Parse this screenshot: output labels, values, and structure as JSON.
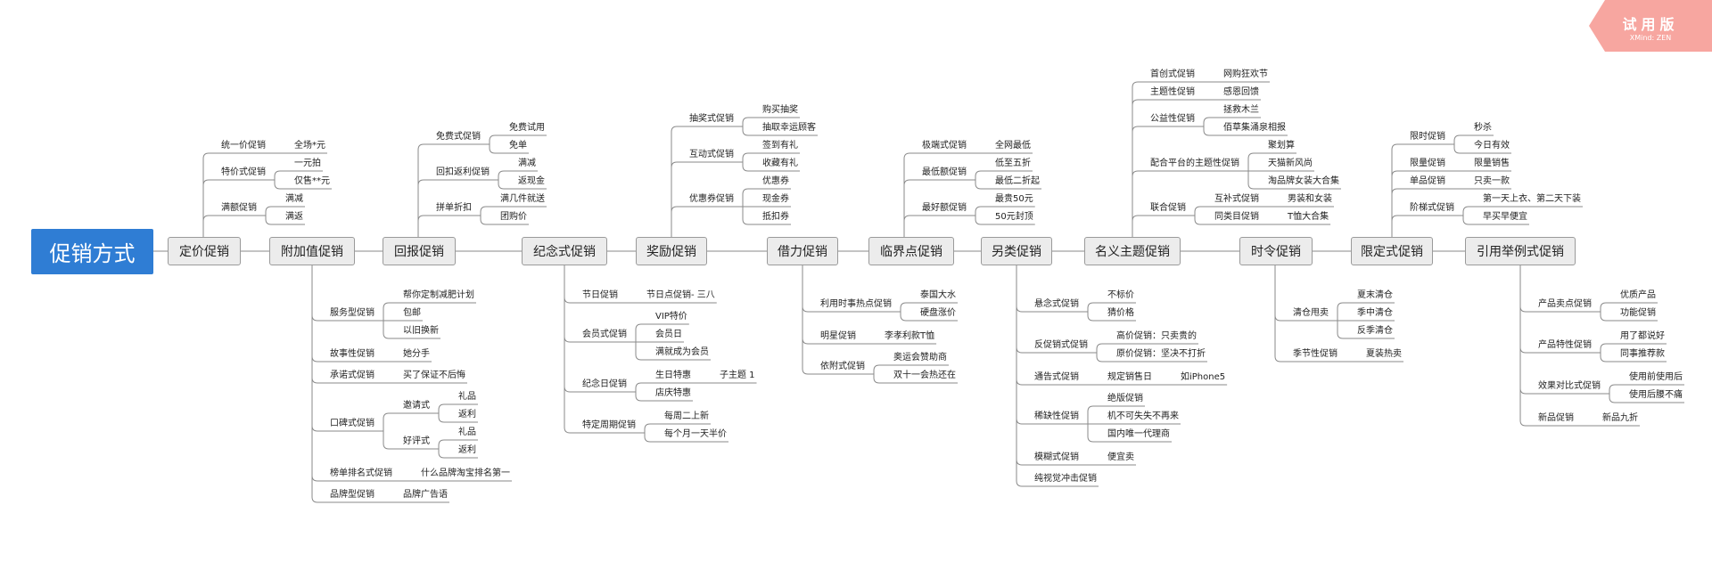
{
  "watermark": {
    "title": "试用版",
    "subtitle": "XMind: ZEN"
  },
  "root": "促销方式",
  "branches": [
    {
      "label": "定价促销",
      "dir": "up",
      "children": [
        {
          "label": "统一价促销",
          "children": [
            {
              "label": "全场*元"
            }
          ]
        },
        {
          "label": "特价式促销",
          "children": [
            {
              "label": "一元拍"
            },
            {
              "label": "仅售**元"
            }
          ]
        },
        {
          "label": "满额促销",
          "children": [
            {
              "label": "满减"
            },
            {
              "label": "满返"
            }
          ]
        }
      ]
    },
    {
      "label": "附加值促销",
      "dir": "down",
      "children": [
        {
          "label": "服务型促销",
          "children": [
            {
              "label": "帮你定制减肥计划"
            },
            {
              "label": "包邮"
            },
            {
              "label": "以旧换新"
            }
          ]
        },
        {
          "label": "故事性促销",
          "children": [
            {
              "label": "她分手"
            }
          ]
        },
        {
          "label": "承诺式促销",
          "children": [
            {
              "label": "买了保证不后悔"
            }
          ]
        },
        {
          "label": "口碑式促销",
          "children": [
            {
              "label": "邀请式",
              "children": [
                {
                  "label": "礼品"
                },
                {
                  "label": "返利"
                }
              ]
            },
            {
              "label": "好评式",
              "children": [
                {
                  "label": "礼品"
                },
                {
                  "label": "返利"
                }
              ]
            }
          ]
        },
        {
          "label": "榜单排名式促销",
          "children": [
            {
              "label": "什么品牌淘宝排名第一"
            }
          ]
        },
        {
          "label": "品牌型促销",
          "children": [
            {
              "label": "品牌广告语"
            }
          ]
        }
      ]
    },
    {
      "label": "回报促销",
      "dir": "up",
      "children": [
        {
          "label": "免费式促销",
          "children": [
            {
              "label": "免费试用"
            },
            {
              "label": "免单"
            }
          ]
        },
        {
          "label": "回扣返利促销",
          "children": [
            {
              "label": "满减"
            },
            {
              "label": "返现金"
            }
          ]
        },
        {
          "label": "拼单折扣",
          "children": [
            {
              "label": "满几件就送"
            },
            {
              "label": "团购价"
            }
          ]
        }
      ]
    },
    {
      "label": "纪念式促销",
      "dir": "down",
      "children": [
        {
          "label": "节日促销",
          "children": [
            {
              "label": "节日点促销- 三八"
            }
          ]
        },
        {
          "label": "会员式促销",
          "children": [
            {
              "label": "VIP特价"
            },
            {
              "label": "会员日"
            },
            {
              "label": "满就成为会员"
            }
          ]
        },
        {
          "label": "纪念日促销",
          "children": [
            {
              "label": "生日特惠",
              "children": [
                {
                  "label": "子主题 1"
                }
              ]
            },
            {
              "label": "店庆特惠"
            }
          ]
        },
        {
          "label": "特定周期促销",
          "children": [
            {
              "label": "每周二上新"
            },
            {
              "label": "每个月一天半价"
            }
          ]
        }
      ]
    },
    {
      "label": "奖励促销",
      "dir": "up",
      "children": [
        {
          "label": "抽奖式促销",
          "children": [
            {
              "label": "购买抽奖"
            },
            {
              "label": "抽取幸运顾客"
            }
          ]
        },
        {
          "label": "互动式促销",
          "children": [
            {
              "label": "签到有礼"
            },
            {
              "label": "收藏有礼"
            }
          ]
        },
        {
          "label": "优惠券促销",
          "children": [
            {
              "label": "优惠券"
            },
            {
              "label": "现金券"
            },
            {
              "label": "抵扣券"
            }
          ]
        }
      ]
    },
    {
      "label": "借力促销",
      "dir": "down",
      "children": [
        {
          "label": "利用时事热点促销",
          "children": [
            {
              "label": "泰国大水"
            },
            {
              "label": "硬盘涨价"
            }
          ]
        },
        {
          "label": "明星促销",
          "children": [
            {
              "label": "李孝利款T恤"
            }
          ]
        },
        {
          "label": "依附式促销",
          "children": [
            {
              "label": "奥运会赞助商"
            },
            {
              "label": "双十一会热还在"
            }
          ]
        }
      ]
    },
    {
      "label": "临界点促销",
      "dir": "up",
      "children": [
        {
          "label": "极端式促销",
          "children": [
            {
              "label": "全网最低"
            }
          ]
        },
        {
          "label": "最低额促销",
          "children": [
            {
              "label": "低至五折"
            },
            {
              "label": "最低二折起"
            }
          ]
        },
        {
          "label": "最好额促销",
          "children": [
            {
              "label": "最贵50元"
            },
            {
              "label": "50元封顶"
            }
          ]
        }
      ]
    },
    {
      "label": "另类促销",
      "dir": "down",
      "children": [
        {
          "label": "悬念式促销",
          "children": [
            {
              "label": "不标价"
            },
            {
              "label": "猜价格"
            }
          ]
        },
        {
          "label": "反促销式促销",
          "children": [
            {
              "label": "高价促销：只卖贵的"
            },
            {
              "label": "原价促销：坚决不打折"
            }
          ]
        },
        {
          "label": "通告式促销",
          "children": [
            {
              "label": "规定销售日",
              "children": [
                {
                  "label": "如iPhone5"
                }
              ]
            }
          ]
        },
        {
          "label": "稀缺性促销",
          "children": [
            {
              "label": "绝版促销"
            },
            {
              "label": "机不可失失不再来"
            },
            {
              "label": "国内唯一代理商"
            }
          ]
        },
        {
          "label": "模糊式促销",
          "children": [
            {
              "label": "便宜卖"
            }
          ]
        },
        {
          "label": "纯视觉冲击促销"
        }
      ]
    },
    {
      "label": "名义主题促销",
      "dir": "up",
      "children": [
        {
          "label": "首创式促销",
          "children": [
            {
              "label": "网购狂欢节"
            }
          ]
        },
        {
          "label": "主题性促销",
          "children": [
            {
              "label": "感恩回馈"
            }
          ]
        },
        {
          "label": "公益性促销",
          "children": [
            {
              "label": "拯救木兰"
            },
            {
              "label": "佰草集涌泉相报"
            }
          ]
        },
        {
          "label": "配合平台的主题性促销",
          "children": [
            {
              "label": "聚划算"
            },
            {
              "label": "天猫新风尚"
            },
            {
              "label": "淘品牌女装大合集"
            }
          ]
        },
        {
          "label": "联合促销",
          "children": [
            {
              "label": "互补式促销",
              "children": [
                {
                  "label": "男装和女装"
                }
              ]
            },
            {
              "label": "同类目促销",
              "children": [
                {
                  "label": "T恤大合集"
                }
              ]
            }
          ]
        }
      ]
    },
    {
      "label": "时令促销",
      "dir": "down",
      "children": [
        {
          "label": "清仓甩卖",
          "children": [
            {
              "label": "夏末清仓"
            },
            {
              "label": "季中清仓"
            },
            {
              "label": "反季清仓"
            }
          ]
        },
        {
          "label": "季节性促销",
          "children": [
            {
              "label": "夏装热卖"
            }
          ]
        }
      ]
    },
    {
      "label": "限定式促销",
      "dir": "up",
      "children": [
        {
          "label": "限时促销",
          "children": [
            {
              "label": "秒杀"
            },
            {
              "label": "今日有效"
            }
          ]
        },
        {
          "label": "限量促销",
          "children": [
            {
              "label": "限量销售"
            }
          ]
        },
        {
          "label": "单品促销",
          "children": [
            {
              "label": "只卖一款"
            }
          ]
        },
        {
          "label": "阶梯式促销",
          "children": [
            {
              "label": "第一天上衣、第二天下装"
            },
            {
              "label": "早买早便宜"
            }
          ]
        }
      ]
    },
    {
      "label": "引用举例式促销",
      "dir": "down",
      "children": [
        {
          "label": "产品卖点促销",
          "children": [
            {
              "label": "优质产品"
            },
            {
              "label": "功能促销"
            }
          ]
        },
        {
          "label": "产品特性促销",
          "children": [
            {
              "label": "用了都说好"
            },
            {
              "label": "同事推荐款"
            }
          ]
        },
        {
          "label": "效果对比式促销",
          "children": [
            {
              "label": "使用前使用后"
            },
            {
              "label": "使用后腰不痛"
            }
          ]
        },
        {
          "label": "新品促销",
          "children": [
            {
              "label": "新品九折"
            }
          ]
        }
      ]
    }
  ]
}
